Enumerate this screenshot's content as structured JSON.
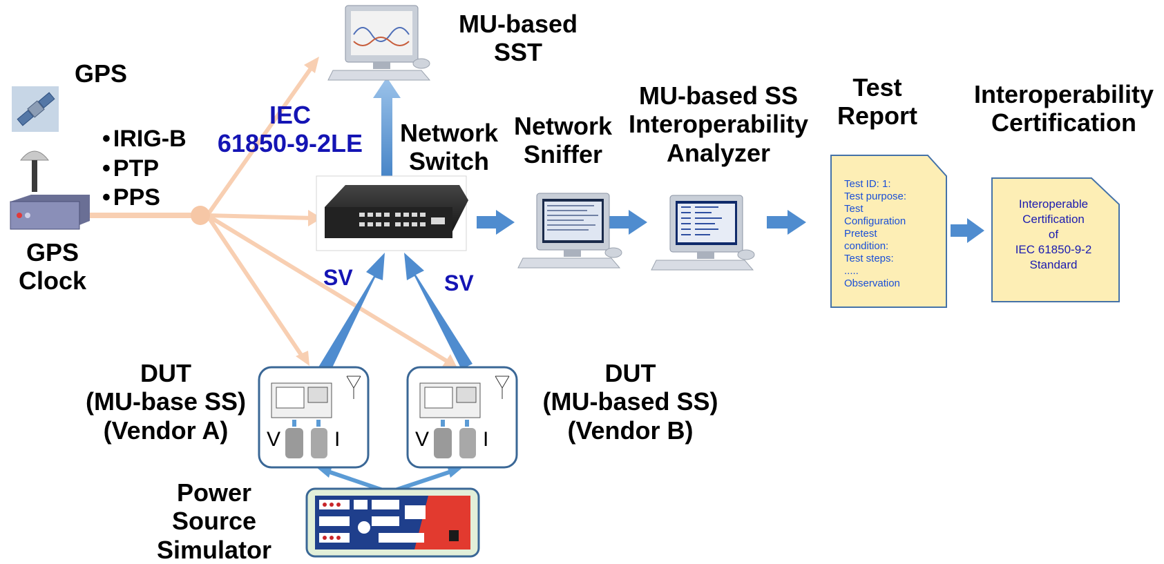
{
  "labels": {
    "gps": "GPS",
    "gps_clock_line1": "GPS",
    "gps_clock_line2": "Clock",
    "iec_line1": "IEC",
    "iec_line2": "61850-9-2LE",
    "mu_sst_line1": "MU-based",
    "mu_sst_line2": "SST",
    "network_switch_line1": "Network",
    "network_switch_line2": "Switch",
    "network_sniffer_line1": "Network",
    "network_sniffer_line2": "Sniffer",
    "analyzer_line1": "MU-based SS",
    "analyzer_line2": "Interoperability",
    "analyzer_line3": "Analyzer",
    "test_report_line1": "Test",
    "test_report_line2": "Report",
    "certification_line1": "Interoperability",
    "certification_line2": "Certification",
    "sv_left": "SV",
    "sv_right": "SV",
    "dut_a_line1": "DUT",
    "dut_a_line2": "(MU-base SS)",
    "dut_a_line3": "(Vendor A)",
    "dut_b_line1": "DUT",
    "dut_b_line2": "(MU-based SS)",
    "dut_b_line3": "(Vendor B)",
    "power_line1": "Power",
    "power_line2": "Source",
    "power_line3": "Simulator",
    "v_a": "V",
    "i_a": "I",
    "v_b": "V",
    "i_b": "I"
  },
  "sync_signals": [
    "IRIG-B",
    "PTP",
    "PPS"
  ],
  "test_report_doc": [
    "Test ID: 1:",
    "Test purpose:",
    "Test",
    "Configuration",
    "Pretest",
    "condition:",
    "Test steps:",
    ".....",
    "Observation"
  ],
  "certificate_doc": [
    "Interoperable",
    "Certification",
    "of",
    "IEC 61850-9-2",
    "Standard"
  ],
  "colors": {
    "sync_arrow": "#f8cfb2",
    "data_arrow": "#5b9bd5",
    "doc_fill": "#fdeeb5",
    "doc_border": "#4472a8",
    "label_blue": "#1414b4"
  },
  "icons": [
    "satellite-icon",
    "gps-antenna-icon",
    "gps-receiver-icon",
    "computer-icon",
    "network-switch-icon",
    "merging-unit-icon",
    "voltage-transformer-icon",
    "current-transformer-icon",
    "power-source-simulator-icon",
    "document-icon"
  ]
}
